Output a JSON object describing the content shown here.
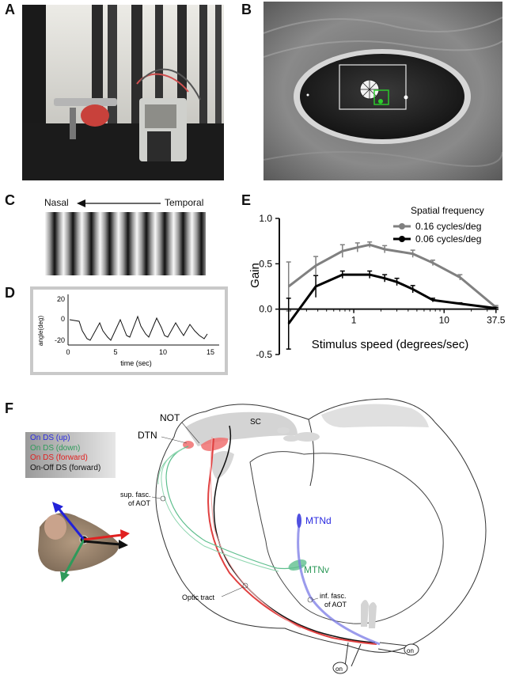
{
  "panels": {
    "a": {
      "label": "A"
    },
    "b": {
      "label": "B"
    },
    "c": {
      "label": "C",
      "left_text": "Nasal",
      "right_text": "Temporal"
    },
    "d": {
      "label": "D",
      "ylabel": "angle(deg)",
      "xlabel": "time (sec)",
      "yticks": [
        "20",
        "0",
        "-20"
      ],
      "xticks": [
        "0",
        "5",
        "10",
        "15"
      ]
    },
    "e": {
      "label": "E"
    },
    "f": {
      "label": "F",
      "legend": [
        {
          "text": "On DS (up)",
          "color": "#2a2ae0"
        },
        {
          "text": "On DS (down)",
          "color": "#2e9a5a"
        },
        {
          "text": "On DS (forward)",
          "color": "#e02020"
        },
        {
          "text": "On-Off DS (forward)",
          "color": "#111111"
        }
      ],
      "labels": {
        "not": "NOT",
        "dtn": "DTN",
        "sc": "SC",
        "sup_fasc_1": "sup. fasc.",
        "sup_fasc_2": "of AOT",
        "mtnd": "MTNd",
        "mtnv": "MTNv",
        "inf_fasc_1": "inf. fasc.",
        "inf_fasc_2": "of AOT",
        "optic_tract": "Optic tract",
        "on1": "on",
        "on2": "on"
      }
    }
  },
  "chart_data": {
    "type": "line",
    "title": "",
    "xlabel": "Stimulus speed (degrees/sec)",
    "ylabel": "Gain",
    "xscale": "log",
    "xlim": [
      0.15,
      40
    ],
    "ylim": [
      -0.5,
      1.0
    ],
    "xticks": [
      "1",
      "10",
      "37.5"
    ],
    "yticks": [
      "1.0",
      "0.5",
      "0.0",
      "-0.5"
    ],
    "legend_title": "Spatial frequency",
    "legend_position": "top-right",
    "series": [
      {
        "name": "0.16 cycles/deg",
        "color": "#808080",
        "x": [
          0.19,
          0.38,
          0.75,
          1.1,
          1.5,
          2.2,
          4.5,
          7.5,
          15,
          37.5
        ],
        "y": [
          0.25,
          0.48,
          0.64,
          0.68,
          0.71,
          0.66,
          0.61,
          0.51,
          0.35,
          0.02
        ],
        "err": [
          0.27,
          0.1,
          0.07,
          0.05,
          0.03,
          0.04,
          0.04,
          0.03,
          0.03,
          0.02
        ]
      },
      {
        "name": "0.06 cycles/deg",
        "color": "#000000",
        "x": [
          0.19,
          0.38,
          0.75,
          1.5,
          2.2,
          3.0,
          4.5,
          7.5,
          15,
          37.5
        ],
        "y": [
          -0.16,
          0.25,
          0.38,
          0.38,
          0.34,
          0.3,
          0.22,
          0.1,
          0.06,
          0.01
        ],
        "err": [
          0.28,
          0.12,
          0.04,
          0.04,
          0.04,
          0.04,
          0.04,
          0.02,
          0.01,
          0.01
        ]
      }
    ]
  }
}
